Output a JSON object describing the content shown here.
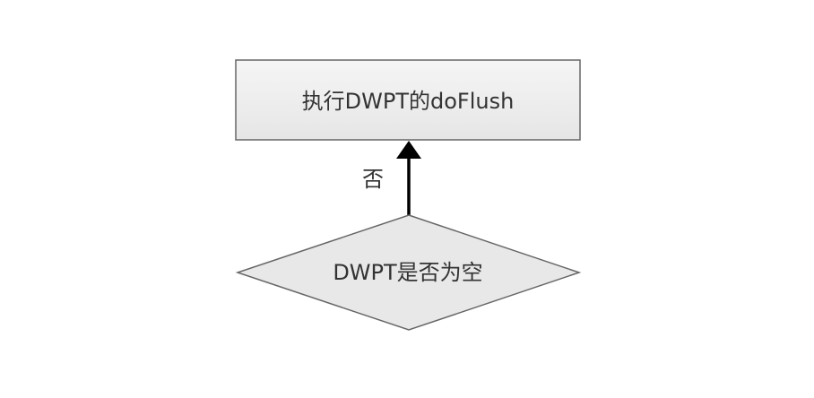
{
  "nodes": {
    "process": {
      "label": "执行DWPT的doFlush"
    },
    "decision": {
      "label": "DWPT是否为空"
    }
  },
  "edges": {
    "decision_to_process": {
      "label": "否"
    }
  },
  "colors": {
    "box_fill_top": "#f5f5f5",
    "box_fill_bottom": "#e6e6e6",
    "box_stroke": "#666666",
    "diamond_fill": "#e8e8e8",
    "diamond_stroke": "#666666",
    "arrow": "#000000",
    "text": "#333333"
  }
}
